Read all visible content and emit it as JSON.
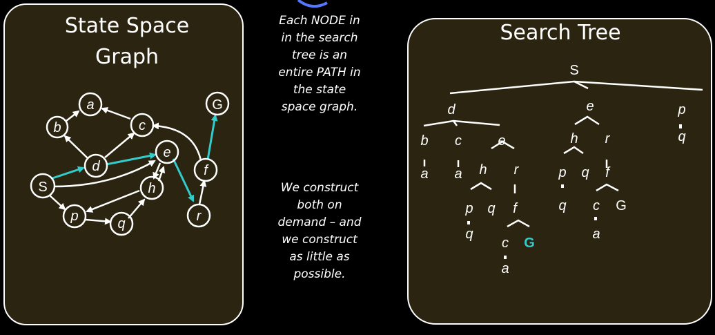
{
  "colors": {
    "background": "#000000",
    "panel_fill": "#2a2410",
    "panel_border": "#ffffff",
    "path_highlight": "#33cccc",
    "text": "#ffffff"
  },
  "graph_panel": {
    "title_line1": "State Space",
    "title_line2": "Graph",
    "nodes": {
      "a": "a",
      "b": "b",
      "c": "c",
      "d": "d",
      "e": "e",
      "f": "f",
      "G": "G",
      "S": "S",
      "h": "h",
      "p": "p",
      "q": "q",
      "r": "r"
    }
  },
  "caption": {
    "line1": "Each NODE in",
    "line2": "in the search",
    "line3": "tree is an",
    "line4": "entire PATH in",
    "line5": "the state",
    "line6": "space graph.",
    "line7": "We construct",
    "line8": "both on",
    "line9": "demand – and",
    "line10": "we construct",
    "line11": "as little as",
    "line12": "possible."
  },
  "tree_panel": {
    "title": "Search Tree",
    "labels": {
      "root": "S",
      "d": "d",
      "e": "e",
      "p": "p",
      "p_q": "q",
      "d_b": "b",
      "d_c": "c",
      "d_e": "e",
      "d_b_a": "a",
      "d_c_a": "a",
      "d_e_h": "h",
      "d_e_r": "r",
      "d_e_h_p": "p",
      "d_e_h_q": "q",
      "d_e_h_p_q": "q",
      "d_e_r_f": "f",
      "d_e_r_f_c": "c",
      "d_e_r_f_G": "G",
      "d_e_r_f_c_a": "a",
      "e_h": "h",
      "e_r": "r",
      "e_h_p": "p",
      "e_h_q": "q",
      "e_h_p_q": "q",
      "e_r_f": "f",
      "e_r_f_c": "c",
      "e_r_f_G": "G",
      "e_r_f_c_a": "a"
    }
  }
}
